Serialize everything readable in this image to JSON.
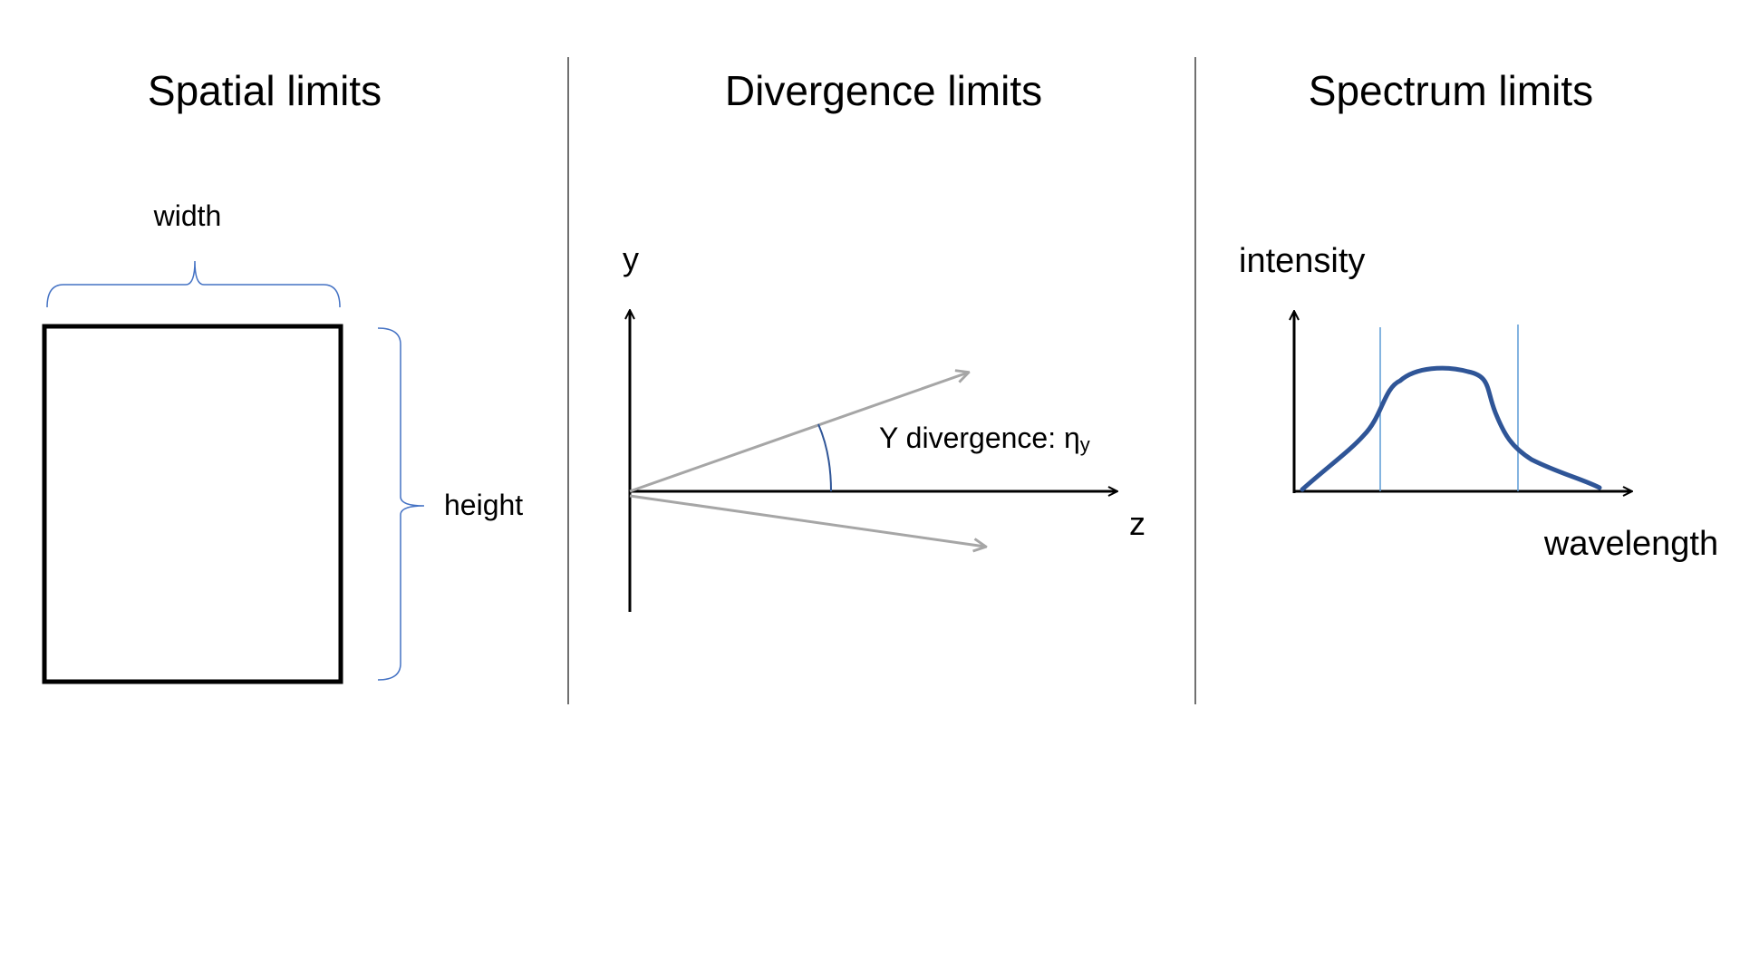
{
  "panels": {
    "spatial": {
      "title": "Spatial limits",
      "width_label": "width",
      "height_label": "height"
    },
    "divergence": {
      "title": "Divergence limits",
      "y_axis_label": "y",
      "z_axis_label": "z",
      "angle_label": "Y divergence: η",
      "angle_subscript": "y"
    },
    "spectrum": {
      "title": "Spectrum limits",
      "y_axis_label": "intensity",
      "x_axis_label": "wavelength"
    }
  },
  "colors": {
    "outline": "#000000",
    "bracket": "#4472c4",
    "ray": "#a6a6a6",
    "curve": "#2f5597",
    "limit_line": "#5b9bd5",
    "divider": "#404040"
  }
}
